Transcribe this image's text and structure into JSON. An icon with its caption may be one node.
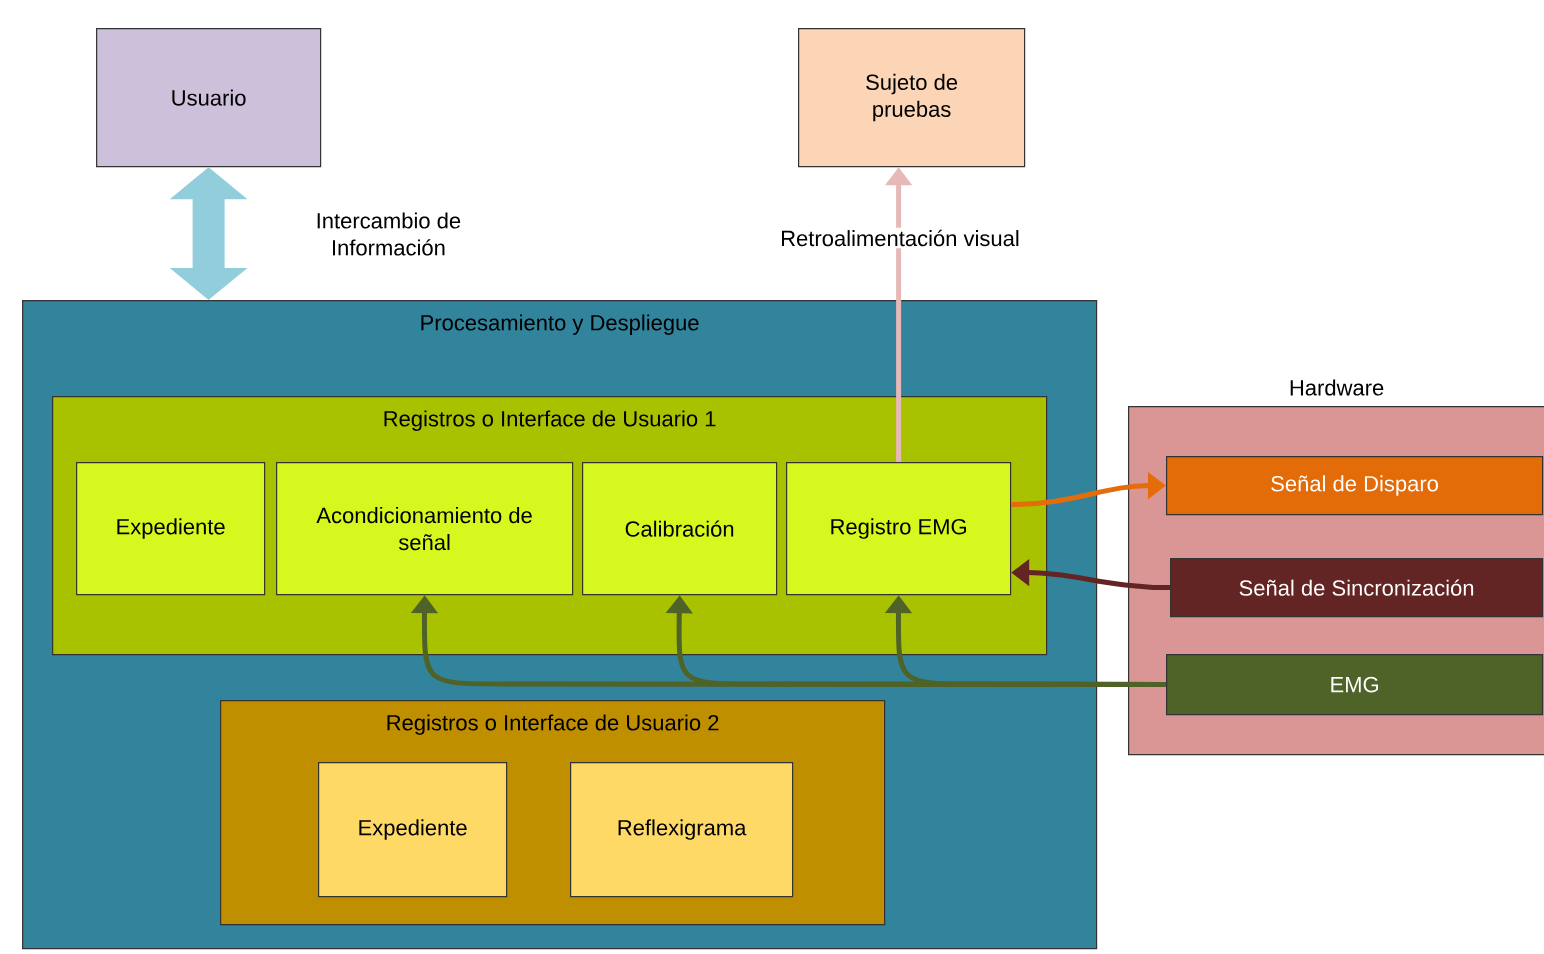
{
  "diagram": {
    "nodes": [
      {
        "text": [
          "Usuario"
        ]
      },
      {
        "text": [
          "Sujeto de pruebas"
        ]
      },
      {
        "text": [
          "Procesamiento y Despliegue"
        ]
      },
      {
        "text": [
          "Registros o Interface de Usuario 1"
        ],
        "in": 2
      },
      {
        "text": [
          "Expediente"
        ],
        "in": 3
      },
      {
        "text": [
          "Acondicionamiento de señal"
        ],
        "in": 3
      },
      {
        "text": [
          "Calibración"
        ],
        "in": 3
      },
      {
        "text": [
          "Registro EMG"
        ],
        "in": 3
      },
      {
        "text": [
          "Registros o Interface de Usuario 2"
        ],
        "in": 2
      },
      {
        "text": [
          "Expediente"
        ],
        "in": 8
      },
      {
        "text": [
          "Reflexigrama"
        ],
        "in": 8
      },
      {
        "text": [
          "Hardware"
        ]
      },
      {
        "text": [
          "Señal de Disparo"
        ],
        "in": 11
      },
      {
        "text": [
          "Señal de Sincronización"
        ],
        "in": 11
      },
      {
        "text": [
          "EMG"
        ],
        "in": 11
      }
    ],
    "edges": [
      {
        "from": 0,
        "to": 2,
        "arrow": "both",
        "label": "Intercambio de Información",
        "style": "thick",
        "color": "#92cddc"
      },
      {
        "from": 7,
        "to": 1,
        "arrow": "to",
        "label": "Retroalimentación visual",
        "color": "#e6b8b7"
      },
      {
        "from": 7,
        "to": 12,
        "arrow": "to",
        "color": "#e46c0a"
      },
      {
        "from": 13,
        "to": 7,
        "arrow": "to",
        "color": "#632523"
      },
      {
        "from": 14,
        "to": 5,
        "arrow": "to",
        "color": "#4f6228"
      },
      {
        "from": 14,
        "to": 6,
        "arrow": "to",
        "color": "#4f6228"
      },
      {
        "from": 14,
        "to": 7,
        "arrow": "to",
        "color": "#4f6228"
      }
    ]
  }
}
